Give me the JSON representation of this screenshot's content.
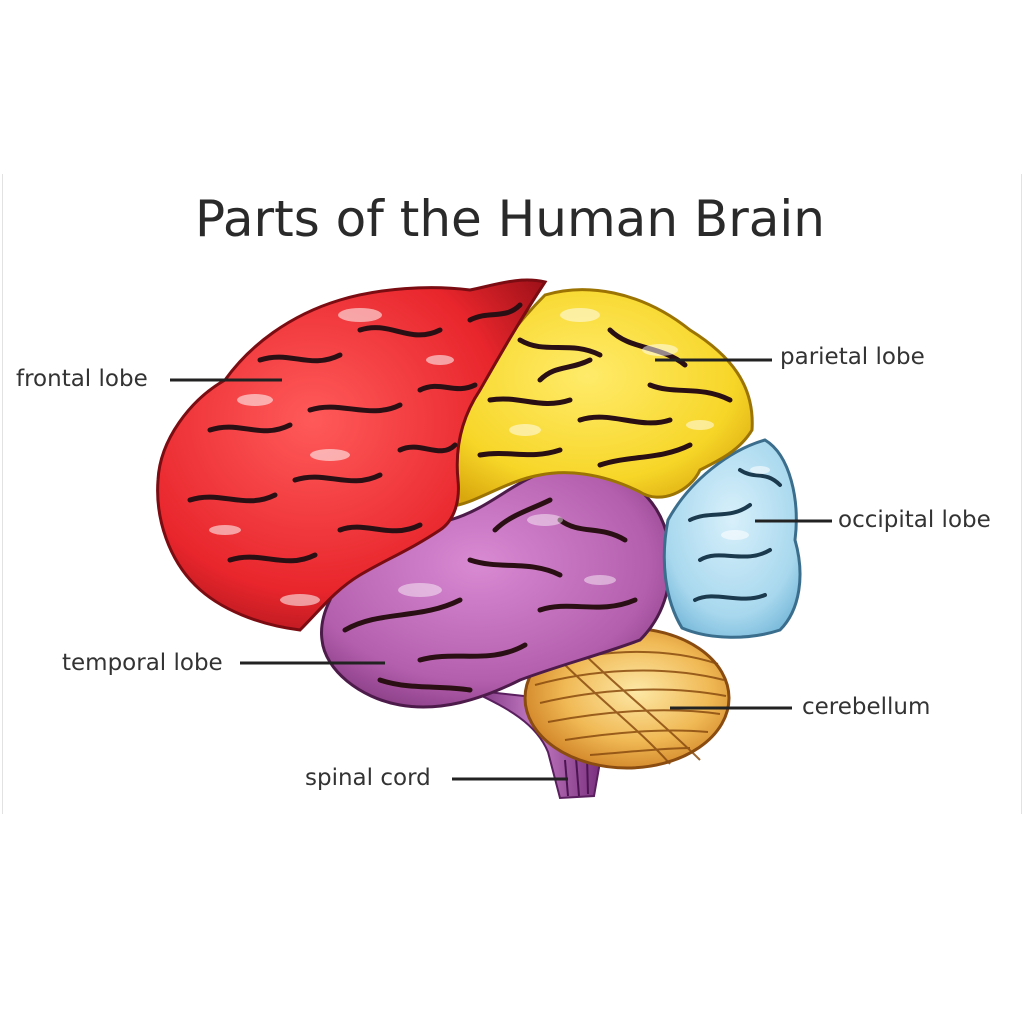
{
  "title": "Parts of the Human Brain",
  "labels": {
    "frontal": "frontal lobe",
    "parietal": "parietal lobe",
    "occipital": "occipital lobe",
    "temporal": "temporal lobe",
    "cerebellum": "cerebellum",
    "spinal": "spinal cord"
  },
  "colors": {
    "frontal": "#e8262c",
    "parietal": "#f7d628",
    "occipital": "#a8d8ee",
    "temporal": "#b45fae",
    "cerebellum": "#e09a3a",
    "spinal": "#a85aa6",
    "sulcus": "#2a0f14",
    "leader": "#222222"
  }
}
